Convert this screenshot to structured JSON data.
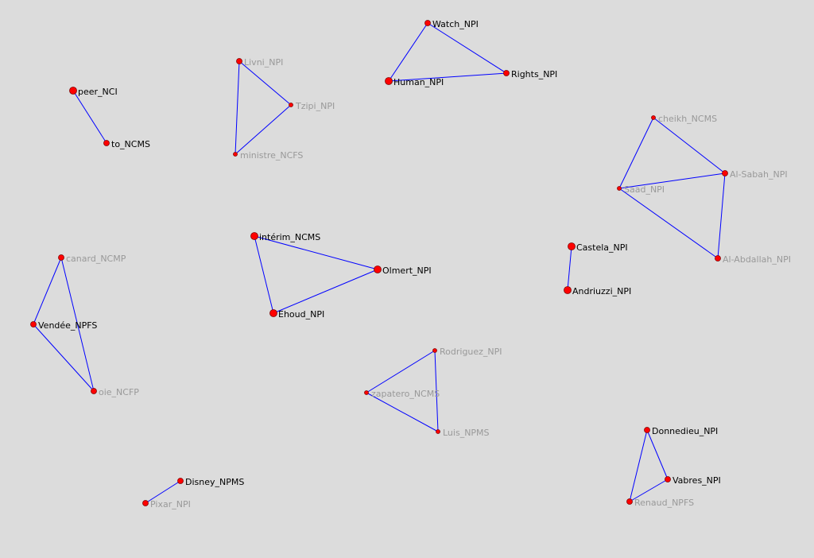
{
  "graph": {
    "background": "#dcdcdc",
    "edge_color": "#0000ff",
    "node_color": "#ff0000",
    "label_colors": {
      "dark": "#000000",
      "light": "#999999"
    },
    "nodes": [
      {
        "id": "Watch_NPI",
        "label": "Watch_NPI",
        "tone": "dark",
        "size": "s"
      },
      {
        "id": "Human_NPI",
        "label": "Human_NPI",
        "tone": "dark",
        "size": "l"
      },
      {
        "id": "Rights_NPI",
        "label": "Rights_NPI",
        "tone": "dark",
        "size": "s"
      },
      {
        "id": "Livni_NPI",
        "label": "Livni_NPI",
        "tone": "light",
        "size": "s"
      },
      {
        "id": "Tzipi_NPI",
        "label": "Tzipi_NPI",
        "tone": "light",
        "size": "xs"
      },
      {
        "id": "ministre_NCFS",
        "label": "ministre_NCFS",
        "tone": "light",
        "size": "xs"
      },
      {
        "id": "peer_NCI",
        "label": "peer_NCI",
        "tone": "dark",
        "size": "l"
      },
      {
        "id": "to_NCMS",
        "label": "to_NCMS",
        "tone": "dark",
        "size": "s"
      },
      {
        "id": "cheikh_NCMS",
        "label": "cheikh_NCMS",
        "tone": "light",
        "size": "xs"
      },
      {
        "id": "Al-Sabah_NPI",
        "label": "Al-Sabah_NPI",
        "tone": "light",
        "size": "s"
      },
      {
        "id": "Saad_NPI",
        "label": "Saad_NPI",
        "tone": "light",
        "size": "xs"
      },
      {
        "id": "Al-Abdallah_NPI",
        "label": "Al-Abdallah_NPI",
        "tone": "light",
        "size": "s"
      },
      {
        "id": "intérim_NCMS",
        "label": "intérim_NCMS",
        "tone": "dark",
        "size": "l"
      },
      {
        "id": "Olmert_NPI",
        "label": "Olmert_NPI",
        "tone": "dark",
        "size": "l"
      },
      {
        "id": "Ehoud_NPI",
        "label": "Ehoud_NPI",
        "tone": "dark",
        "size": "l"
      },
      {
        "id": "Castela_NPI",
        "label": "Castela_NPI",
        "tone": "dark",
        "size": "l"
      },
      {
        "id": "Andriuzzi_NPI",
        "label": "Andriuzzi_NPI",
        "tone": "dark",
        "size": "l"
      },
      {
        "id": "canard_NCMP",
        "label": "canard_NCMP",
        "tone": "light",
        "size": "s"
      },
      {
        "id": "Vendée_NPFS",
        "label": "Vendée_NPFS",
        "tone": "dark",
        "size": "s"
      },
      {
        "id": "oie_NCFP",
        "label": "oie_NCFP",
        "tone": "light",
        "size": "s"
      },
      {
        "id": "Rodriguez_NPI",
        "label": "Rodriguez_NPI",
        "tone": "light",
        "size": "xs"
      },
      {
        "id": "zapatero_NCMS",
        "label": "zapatero_NCMS",
        "tone": "light",
        "size": "xs"
      },
      {
        "id": "Luis_NPMS",
        "label": "Luis_NPMS",
        "tone": "light",
        "size": "xs"
      },
      {
        "id": "Disney_NPMS",
        "label": "Disney_NPMS",
        "tone": "dark",
        "size": "s"
      },
      {
        "id": "Pixar_NPI",
        "label": "Pixar_NPI",
        "tone": "light",
        "size": "s"
      },
      {
        "id": "Donnedieu_NPI",
        "label": "Donnedieu_NPI",
        "tone": "dark",
        "size": "s"
      },
      {
        "id": "Vabres_NPI",
        "label": "Vabres_NPI",
        "tone": "dark",
        "size": "s"
      },
      {
        "id": "Renaud_NPFS",
        "label": "Renaud_NPFS",
        "tone": "light",
        "size": "s"
      }
    ],
    "edges": [
      [
        "Watch_NPI",
        "Human_NPI"
      ],
      [
        "Watch_NPI",
        "Rights_NPI"
      ],
      [
        "Human_NPI",
        "Rights_NPI"
      ],
      [
        "Livni_NPI",
        "Tzipi_NPI"
      ],
      [
        "Livni_NPI",
        "ministre_NCFS"
      ],
      [
        "Tzipi_NPI",
        "ministre_NCFS"
      ],
      [
        "peer_NCI",
        "to_NCMS"
      ],
      [
        "cheikh_NCMS",
        "Al-Sabah_NPI"
      ],
      [
        "cheikh_NCMS",
        "Saad_NPI"
      ],
      [
        "Saad_NPI",
        "Al-Sabah_NPI"
      ],
      [
        "Saad_NPI",
        "Al-Abdallah_NPI"
      ],
      [
        "Al-Sabah_NPI",
        "Al-Abdallah_NPI"
      ],
      [
        "intérim_NCMS",
        "Olmert_NPI"
      ],
      [
        "intérim_NCMS",
        "Ehoud_NPI"
      ],
      [
        "Ehoud_NPI",
        "Olmert_NPI"
      ],
      [
        "Castela_NPI",
        "Andriuzzi_NPI"
      ],
      [
        "canard_NCMP",
        "Vendée_NPFS"
      ],
      [
        "canard_NCMP",
        "oie_NCFP"
      ],
      [
        "Vendée_NPFS",
        "oie_NCFP"
      ],
      [
        "Rodriguez_NPI",
        "zapatero_NCMS"
      ],
      [
        "Rodriguez_NPI",
        "Luis_NPMS"
      ],
      [
        "zapatero_NCMS",
        "Luis_NPMS"
      ],
      [
        "Disney_NPMS",
        "Pixar_NPI"
      ],
      [
        "Donnedieu_NPI",
        "Vabres_NPI"
      ],
      [
        "Donnedieu_NPI",
        "Renaud_NPFS"
      ],
      [
        "Vabres_NPI",
        "Renaud_NPFS"
      ]
    ]
  }
}
